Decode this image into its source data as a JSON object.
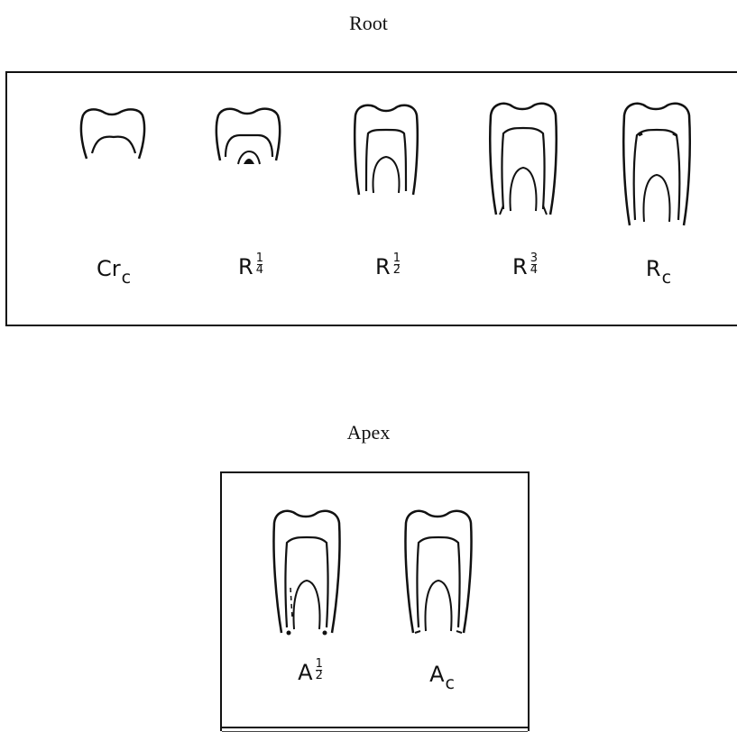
{
  "root_section": {
    "title": "Root",
    "stages": [
      {
        "main": "Cr",
        "sub": "c"
      },
      {
        "main": "R",
        "num": "1",
        "den": "4"
      },
      {
        "main": "R",
        "num": "1",
        "den": "2"
      },
      {
        "main": "R",
        "num": "3",
        "den": "4"
      },
      {
        "main": "R",
        "sub": "c"
      }
    ]
  },
  "apex_section": {
    "title": "Apex",
    "stages": [
      {
        "main": "A",
        "num": "1",
        "den": "2"
      },
      {
        "main": "A",
        "sub": "c"
      }
    ]
  }
}
